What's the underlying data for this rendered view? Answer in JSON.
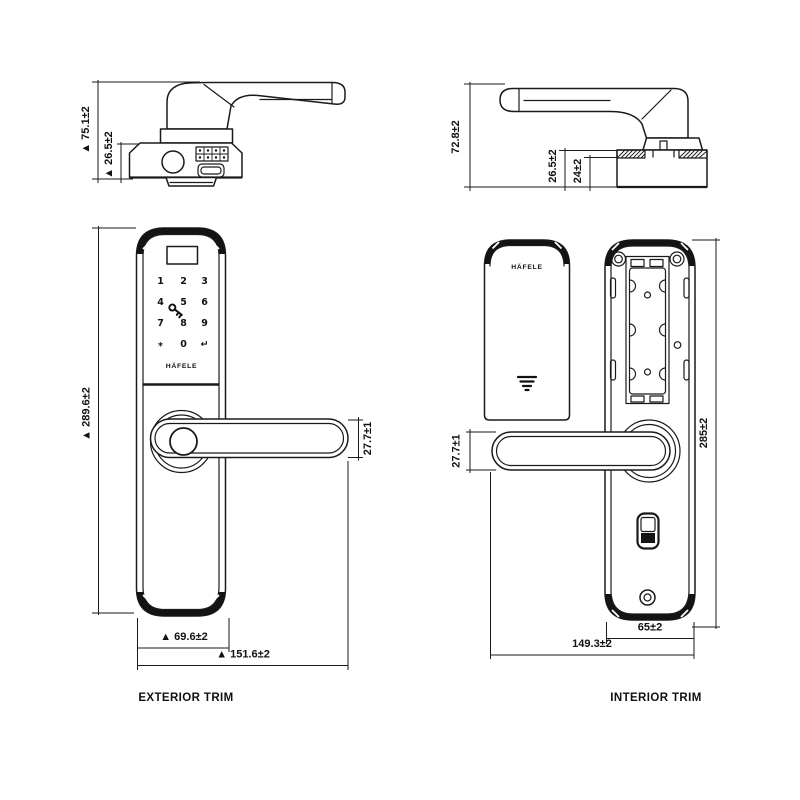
{
  "colors": {
    "background": "#ffffff",
    "line": "#1a1a1a"
  },
  "exterior_side_view": {
    "dim_total_height": "▲ 75.1±2",
    "dim_base_height": "▲ 26.5±2"
  },
  "interior_side_view": {
    "dim_total_height": "72.8±2",
    "dim_base_height": "26.5±2",
    "dim_plate_height": "24±2"
  },
  "exterior_trim": {
    "label": "EXTERIOR TRIM",
    "logo": "HÄFELE",
    "keypad": {
      "row1": [
        "1",
        "2",
        "3"
      ],
      "row2": [
        "4",
        "5",
        "6"
      ],
      "row3": [
        "7",
        "8",
        "9"
      ],
      "row4": [
        "*",
        "0",
        "↵"
      ]
    },
    "dim_height": "▲ 289.6±2",
    "dim_handle": "27.7±1",
    "dim_body_width": "▲ 69.6±2",
    "dim_total_width": "▲ 151.6±2"
  },
  "interior_trim": {
    "label": "INTERIOR TRIM",
    "battery_cover_logo": "HÄFELE",
    "dim_height": "285±2",
    "dim_handle": "27.7±1",
    "dim_body_width": "65±2",
    "dim_total_width": "149.3±2"
  }
}
